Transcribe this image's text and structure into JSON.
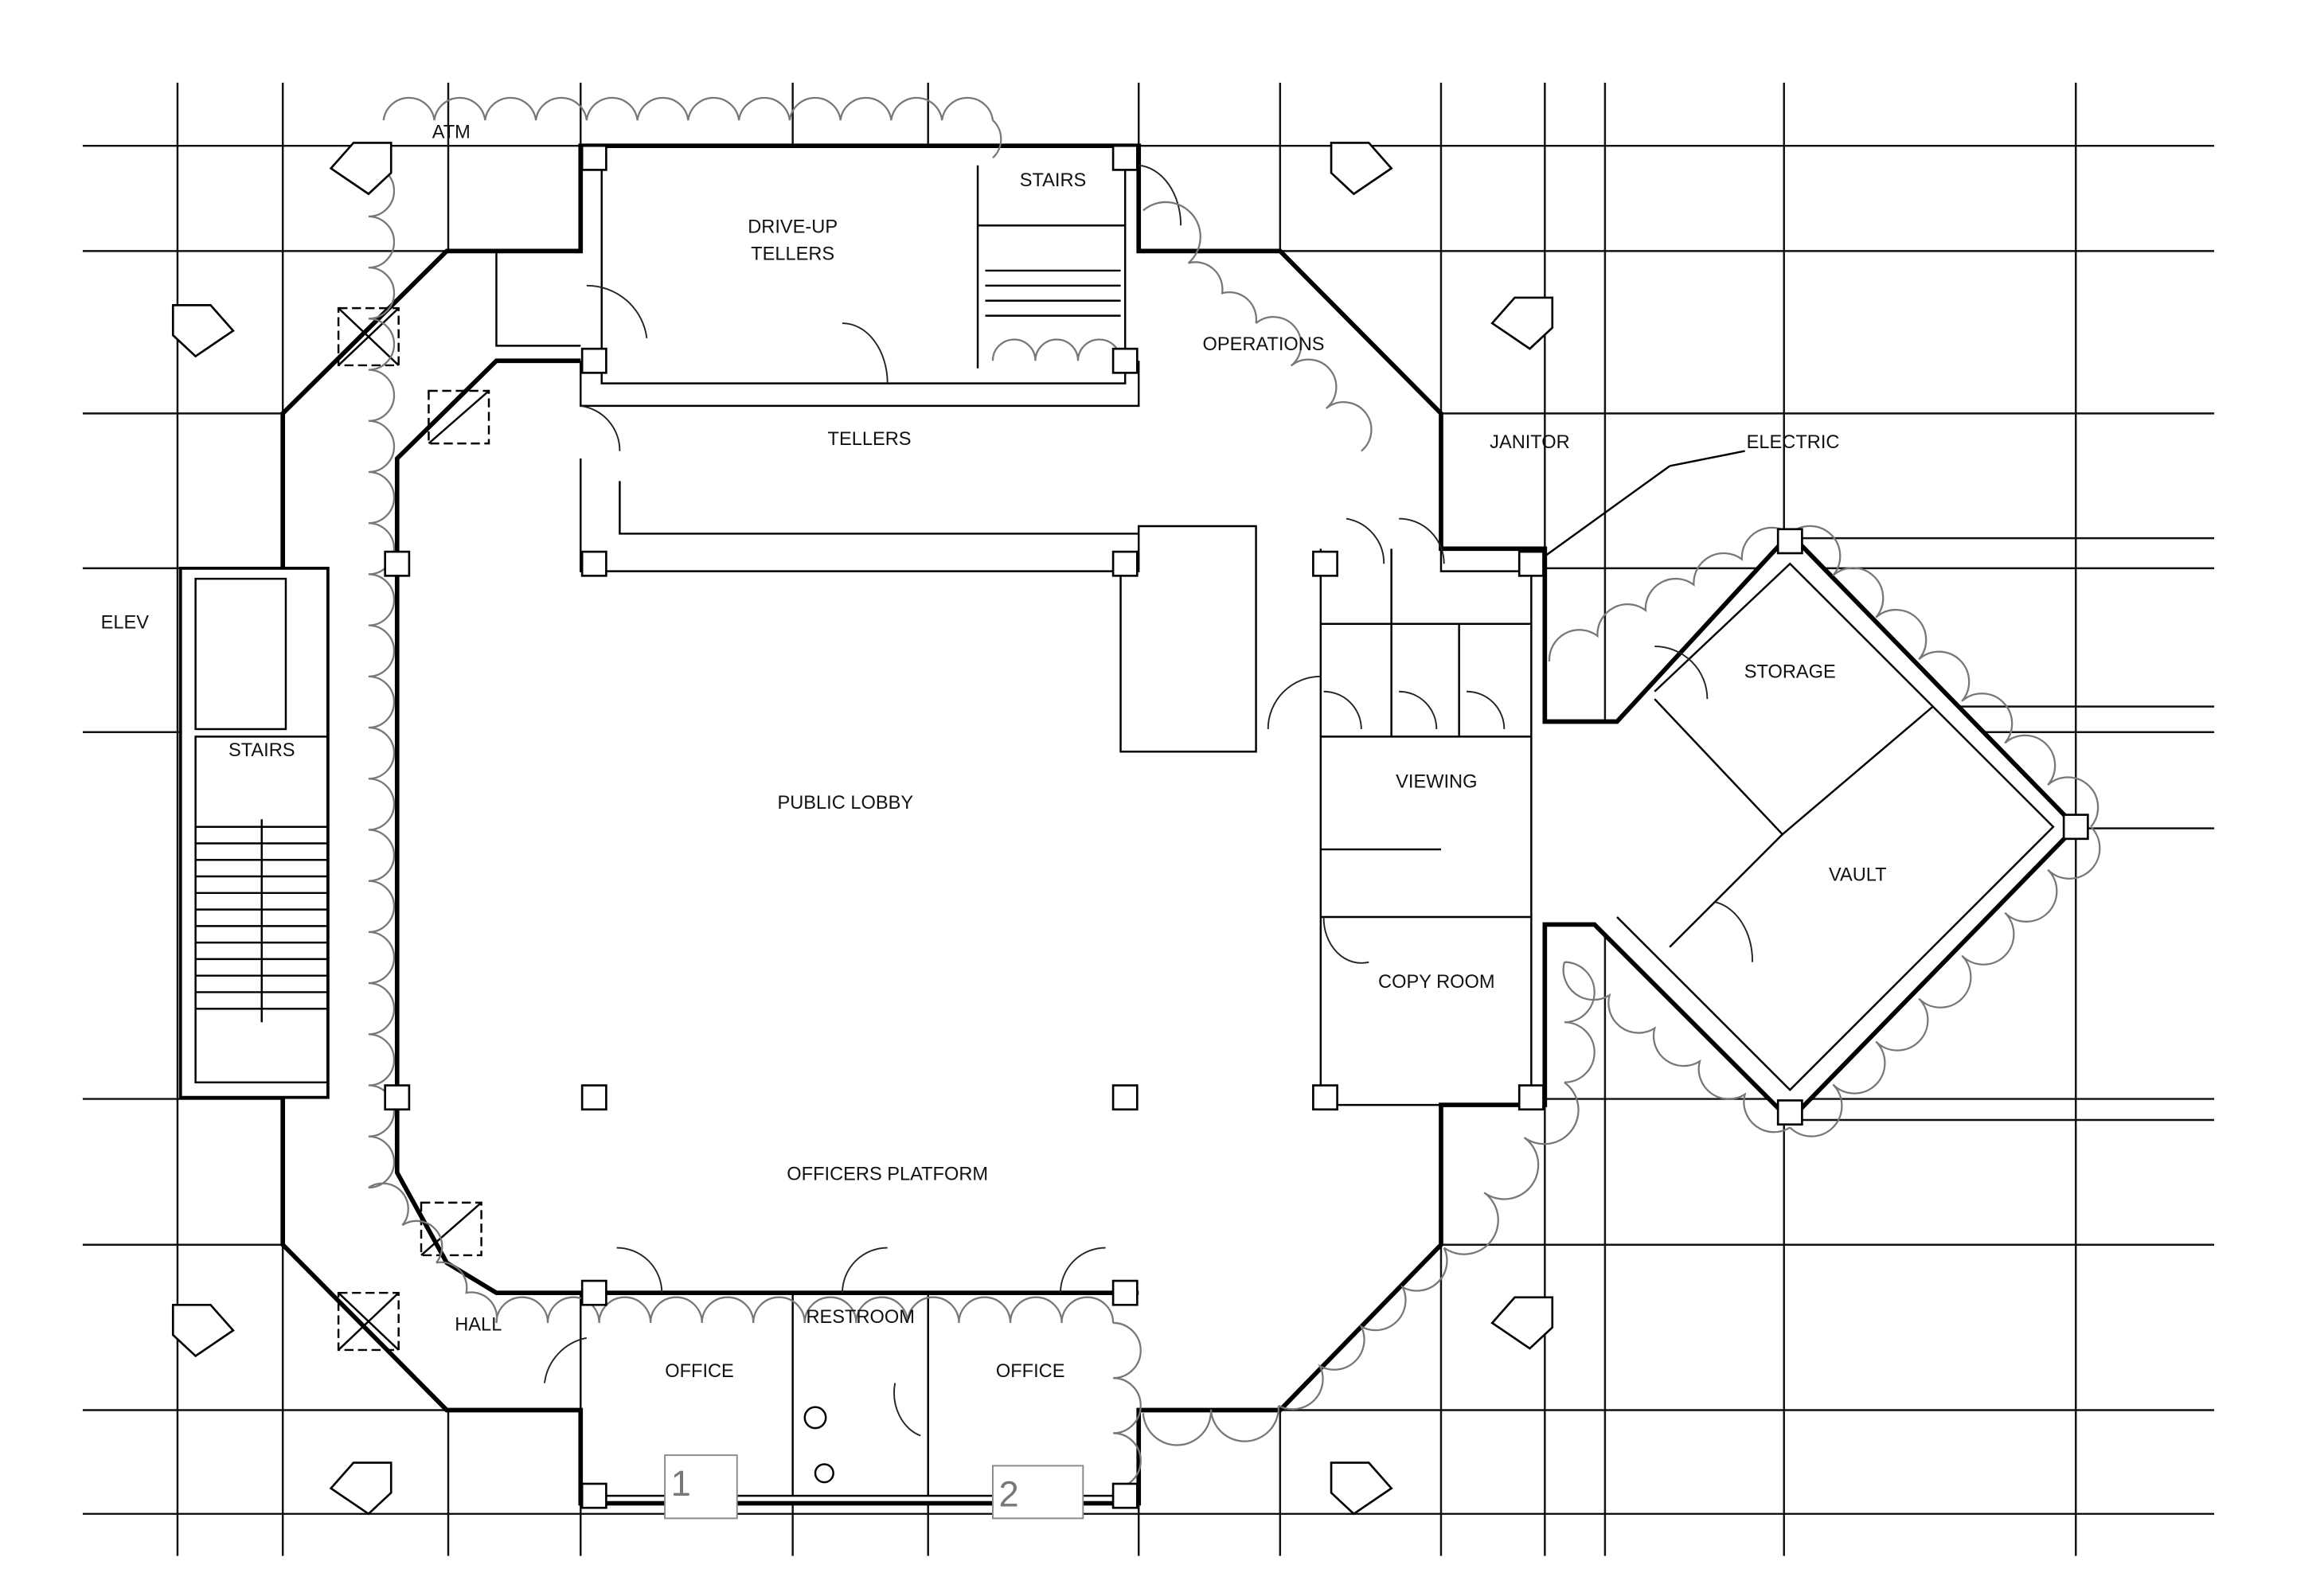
{
  "plan": {
    "rooms": {
      "atm": "ATM",
      "drive_up_tellers_1": "DRIVE-UP",
      "drive_up_tellers_2": "TELLERS",
      "stairs_top": "STAIRS",
      "operations": "OPERATIONS",
      "tellers": "TELLERS",
      "janitor": "JANITOR",
      "electric": "ELECTRIC",
      "elev": "ELEV",
      "stairs_left": "STAIRS",
      "storage": "STORAGE",
      "public_lobby": "PUBLIC LOBBY",
      "viewing": "VIEWING",
      "vault": "VAULT",
      "copy_room": "COPY ROOM",
      "officers_platform": "OFFICERS PLATFORM",
      "hall": "HALL",
      "office_1": "OFFICE",
      "restroom": "RESTROOM",
      "office_2": "OFFICE"
    },
    "tags": [
      "1",
      "2"
    ],
    "colors": {
      "line": "#000000",
      "cloud": "#777777",
      "tag": "#777777"
    }
  }
}
